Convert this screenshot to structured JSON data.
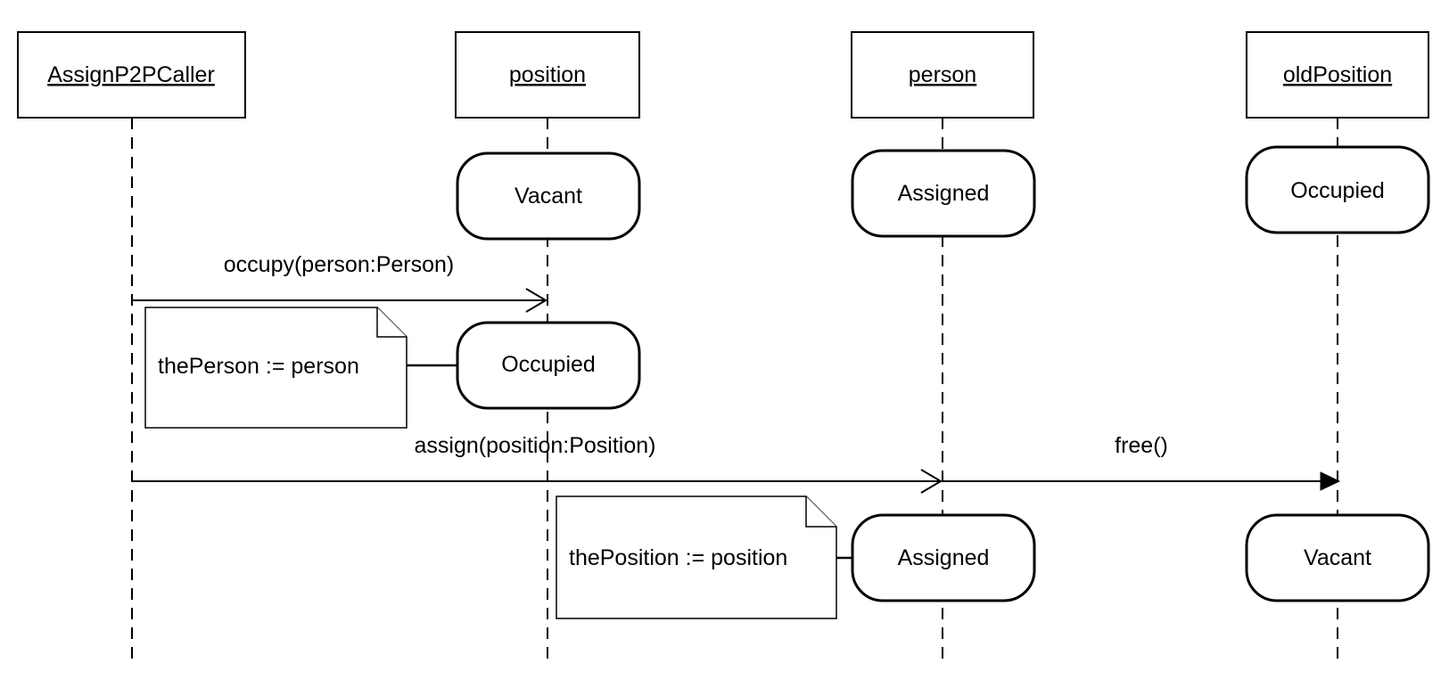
{
  "lifelines": [
    {
      "id": "caller",
      "label": "AssignP2PCaller"
    },
    {
      "id": "position",
      "label": "position"
    },
    {
      "id": "person",
      "label": "person"
    },
    {
      "id": "oldPosition",
      "label": "oldPosition"
    }
  ],
  "states": {
    "position_initial": "Vacant",
    "person_initial": "Assigned",
    "oldPosition_initial": "Occupied",
    "position_after_occupy": "Occupied",
    "person_after_assign": "Assigned",
    "oldPosition_after_free": "Vacant"
  },
  "messages": {
    "occupy": "occupy(person:Person)",
    "assign": "assign(position:Position)",
    "free": "free()"
  },
  "notes": {
    "the_person": "thePerson := person",
    "the_position": "thePosition := position"
  }
}
